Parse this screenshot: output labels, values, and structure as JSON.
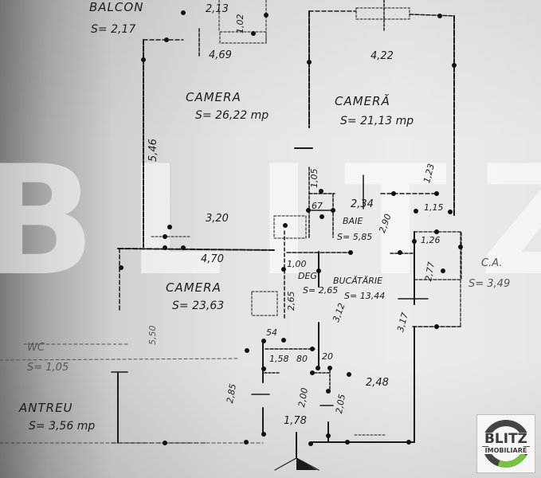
{
  "watermark": {
    "text": "BLITZ"
  },
  "logo": {
    "brand": "BLITZ",
    "subtitle": "IMOBILIARE",
    "accent_color": "#7bc043",
    "ring_color": "#444444"
  },
  "rooms": {
    "balcon": {
      "name": "BALCON",
      "area": "S= 2,17"
    },
    "camera1": {
      "name": "CAMERA",
      "area": "S= 26,22 mp",
      "width": "4,69",
      "height": "5,46"
    },
    "camera2": {
      "name": "CAMERĂ",
      "area": "S= 21,13 mp",
      "width": "4,22"
    },
    "camera3": {
      "name": "CAMERA",
      "area": "S= 23,63",
      "width": "4,70",
      "top_width": "3,20",
      "height": "5,50"
    },
    "baie": {
      "name": "BAIE",
      "area": "S= 5,85",
      "width": "2,34",
      "height": "2,90"
    },
    "deg": {
      "name": "DEG",
      "area": "S= 2,65",
      "width": "1,00",
      "height": "2,65"
    },
    "bucatarie": {
      "name": "BUCĂTĂRIE",
      "area": "S= 13,44",
      "height": "3,12",
      "side": "3,17"
    },
    "ca": {
      "name": "C.A.",
      "area": "S= 3,49",
      "width": "1,26",
      "height": "2,77"
    },
    "wc": {
      "name": "WC",
      "area": "S= 1,05",
      "width": "1,58"
    },
    "antreu": {
      "name": "ANTREU",
      "area": "S= 3,56 mp",
      "width": "1,78",
      "height": "2,85"
    },
    "hol": {
      "width": "2,48",
      "height": "2,05"
    }
  },
  "dimensions": {
    "top_balcony": "2,13",
    "top_balcony_v": "1,02",
    "baie_small": "67",
    "baie_v_small": "1,05",
    "right_v": "1,23",
    "right_w": "1,15",
    "wc_top": "54",
    "wc_side": "80",
    "wc_door": "20",
    "antreu_v": "2,00"
  }
}
